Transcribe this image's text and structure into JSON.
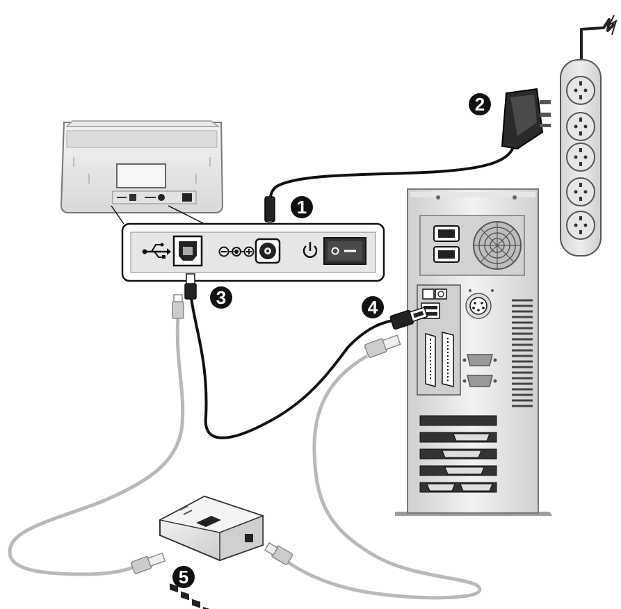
{
  "steps": [
    {
      "number": "1"
    },
    {
      "number": "2"
    },
    {
      "number": "3"
    },
    {
      "number": "4"
    },
    {
      "number": "5"
    }
  ],
  "port_panel": {
    "ports": [
      "usb-icon",
      "usb-b-port",
      "dc-polarity-icon",
      "power-jack",
      "power-icon",
      "power-switch"
    ],
    "switch_marks": [
      "o",
      "—"
    ]
  },
  "colors": {
    "black_cable": "#111111",
    "gray_cable": "#b8b8b8",
    "outline": "#000000",
    "panel_fill": "#e6e6e6",
    "dark_fill": "#3a3a3a"
  }
}
